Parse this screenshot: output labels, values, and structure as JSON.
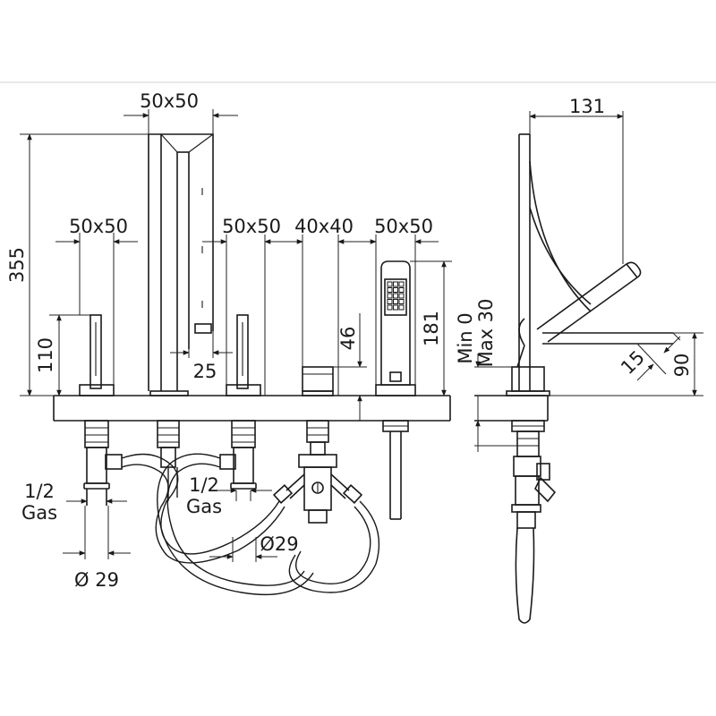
{
  "dimensions": {
    "spout_square": "50x50",
    "spout_height": "355",
    "left_square": "50x50",
    "left_height": "110",
    "mid_square": "50x50",
    "diverter_square": "40x40",
    "shower_square": "50x50",
    "spout_offset": "25",
    "diverter_height": "46",
    "shower_height": "181",
    "left_thread": [
      "1/2",
      "Gas"
    ],
    "mid_thread": [
      "1/2",
      "Gas"
    ],
    "pipe_diameter_left": "Ø 29",
    "pipe_diameter_mid": "Ø29",
    "side_projection": "131",
    "deck_min": "Min 0",
    "deck_max": "Max 30",
    "handle_angle": "15",
    "handle_height": "90"
  }
}
